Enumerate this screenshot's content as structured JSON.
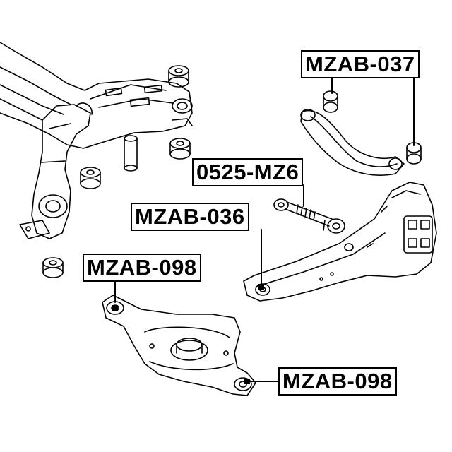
{
  "labels": {
    "mzab_037": "MZAB-037",
    "mz6_0525": "0525-MZ6",
    "mzab_036": "MZAB-036",
    "mzab_098_upper": "MZAB-098",
    "mzab_098_lower": "MZAB-098"
  }
}
